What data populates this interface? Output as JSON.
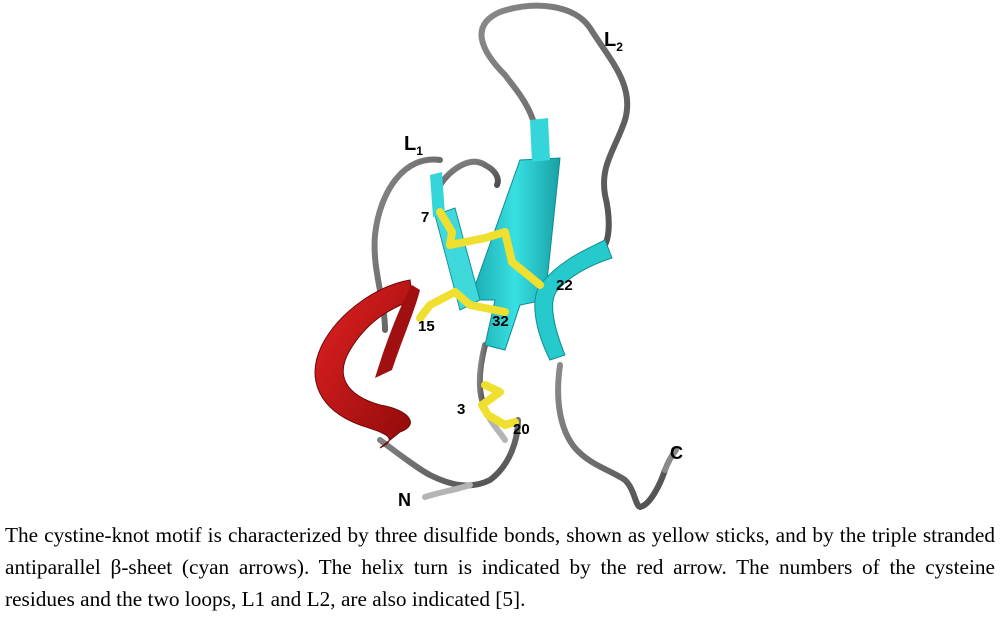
{
  "figure": {
    "loop_labels": [
      {
        "main": "L",
        "sub": "1"
      },
      {
        "main": "L",
        "sub": "2"
      }
    ],
    "terminus_labels": {
      "n": "N",
      "c": "C"
    },
    "residue_labels": [
      "7",
      "22",
      "15",
      "32",
      "3",
      "20"
    ],
    "colors": {
      "coil": "#6e6e6e",
      "sheet": "#2bd3d6",
      "helix": "#cc1111",
      "disulfide": "#f2e23a"
    }
  },
  "caption": "The cystine-knot motif is characterized by three disulfide bonds, shown as yellow sticks, and by the triple stranded antiparallel β-sheet (cyan arrows). The helix turn is indicated by the red arrow. The numbers of the cysteine residues and the two loops, L1 and L2, are also indicated [5]."
}
